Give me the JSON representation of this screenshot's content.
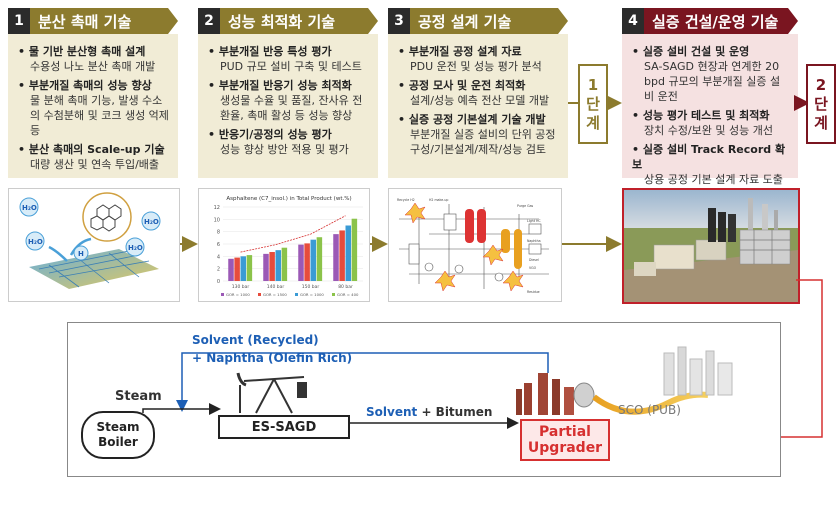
{
  "phases": [
    {
      "number": "1",
      "title": "분산 촉매 기술",
      "items": [
        {
          "head": "물 기반 분산형 촉매 설계",
          "desc": "수용성 나노 분산 촉매 개발"
        },
        {
          "head": "부분개질 촉매의 성능 향상",
          "desc": "물 분해 촉매 기능, 발생 수소의 수첨분해 및 코크 생성 억제 등"
        },
        {
          "head": "분산 촉매의 Scale-up 기술",
          "desc": "대량 생산 및 연속 투입/배출"
        }
      ]
    },
    {
      "number": "2",
      "title": "성능 최적화 기술",
      "items": [
        {
          "head": "부분개질 반응 특성 평가",
          "desc": "PUD 규모 설비 구축 및 테스트"
        },
        {
          "head": "부분개질 반응기 성능 최적화",
          "desc": "생성물 수율 및 품질, 잔사유 전환율, 촉매 활성 등 성능 향상"
        },
        {
          "head": "반응기/공정의 성능 평가",
          "desc": "성능 향상 방안 적용 및 평가"
        }
      ]
    },
    {
      "number": "3",
      "title": "공정 설계 기술",
      "items": [
        {
          "head": "부분개질 공정 설계 자료",
          "desc": "PDU 운전 및 성능 평가 분석"
        },
        {
          "head": "공정 모사 및 운전 최적화",
          "desc": "설계/성능 예측 전산 모델 개발"
        },
        {
          "head": "실증 공정 기본설계 기술 개발",
          "desc": "부분개질 실증 설비의 단위 공정 구성/기본설계/제작/성능 검토"
        }
      ]
    },
    {
      "number": "4",
      "title": "실증 건설/운영 기술",
      "items": [
        {
          "head": "실증 설비 건설 및 운영",
          "desc": "SA-SAGD 현장과 연계한 20 bpd 규모의 부분개질 실증 설비 운전"
        },
        {
          "head": "성능 평가 테스트 및 최적화",
          "desc": "장치 수정/보완 및 성능 개선"
        },
        {
          "head": "실증 설비 Track Record 확보",
          "desc": "상용 공정 기본 설계 자료 도출"
        }
      ]
    }
  ],
  "stages": {
    "stage1": [
      "1",
      "단",
      "계"
    ],
    "stage2": [
      "2",
      "단",
      "계"
    ]
  },
  "catalyst_image": {
    "molecule_labels": [
      "H₂O",
      "H₂O",
      "H₂O",
      "H₂O"
    ],
    "h_label": "H"
  },
  "chart_data": {
    "type": "bar",
    "title": "Asphaltene (C7_insol.) in Total Product (wt.%)",
    "categories": [
      "130 bar",
      "140 bar",
      "150 bar",
      "80 bar"
    ],
    "series": [
      {
        "name": "GOR = 1000",
        "values": [
          3.6,
          4.4,
          5.9,
          7.6
        ]
      },
      {
        "name": "GOR = 1500",
        "values": [
          3.8,
          4.7,
          6.1,
          8.2
        ]
      },
      {
        "name": "GOR = 1000",
        "values": [
          4.0,
          5.0,
          6.7,
          9.0
        ]
      },
      {
        "name": "GOR = 400",
        "values": [
          4.2,
          5.4,
          7.1,
          10.1
        ]
      }
    ],
    "ylim": [
      0,
      12
    ],
    "yticks": [
      0,
      2,
      4,
      6,
      8,
      10,
      12
    ],
    "colors": [
      "#9b59b6",
      "#e74c3c",
      "#3a9bd5",
      "#8bc34a"
    ]
  },
  "process_flow_image": {
    "labels": [
      "Recycle H2",
      "H2 make-up",
      "Purge Gas",
      "Light HC",
      "Naphtha",
      "Diesel",
      "VGO",
      "Residue"
    ]
  },
  "diagram": {
    "solvent_recycled": "Solvent (Recycled)",
    "naphtha": "+ Naphtha (Olefin Rich)",
    "steam": "Steam",
    "steam_boiler": [
      "Steam",
      "Boiler"
    ],
    "es_sagd": "ES-SAGD",
    "solvent": "Solvent",
    "bitumen": "+ Bitumen",
    "partial_upgrader": [
      "Partial",
      "Upgrader"
    ],
    "sco": "SCO (PUB)"
  },
  "colors": {
    "olive": "#8c7b2e",
    "maroon": "#7a1520",
    "phase_bg": "#f1ecd6",
    "phase4_bg": "#f5e1e1",
    "blue": "#1d5fb5",
    "red": "#d63030"
  }
}
